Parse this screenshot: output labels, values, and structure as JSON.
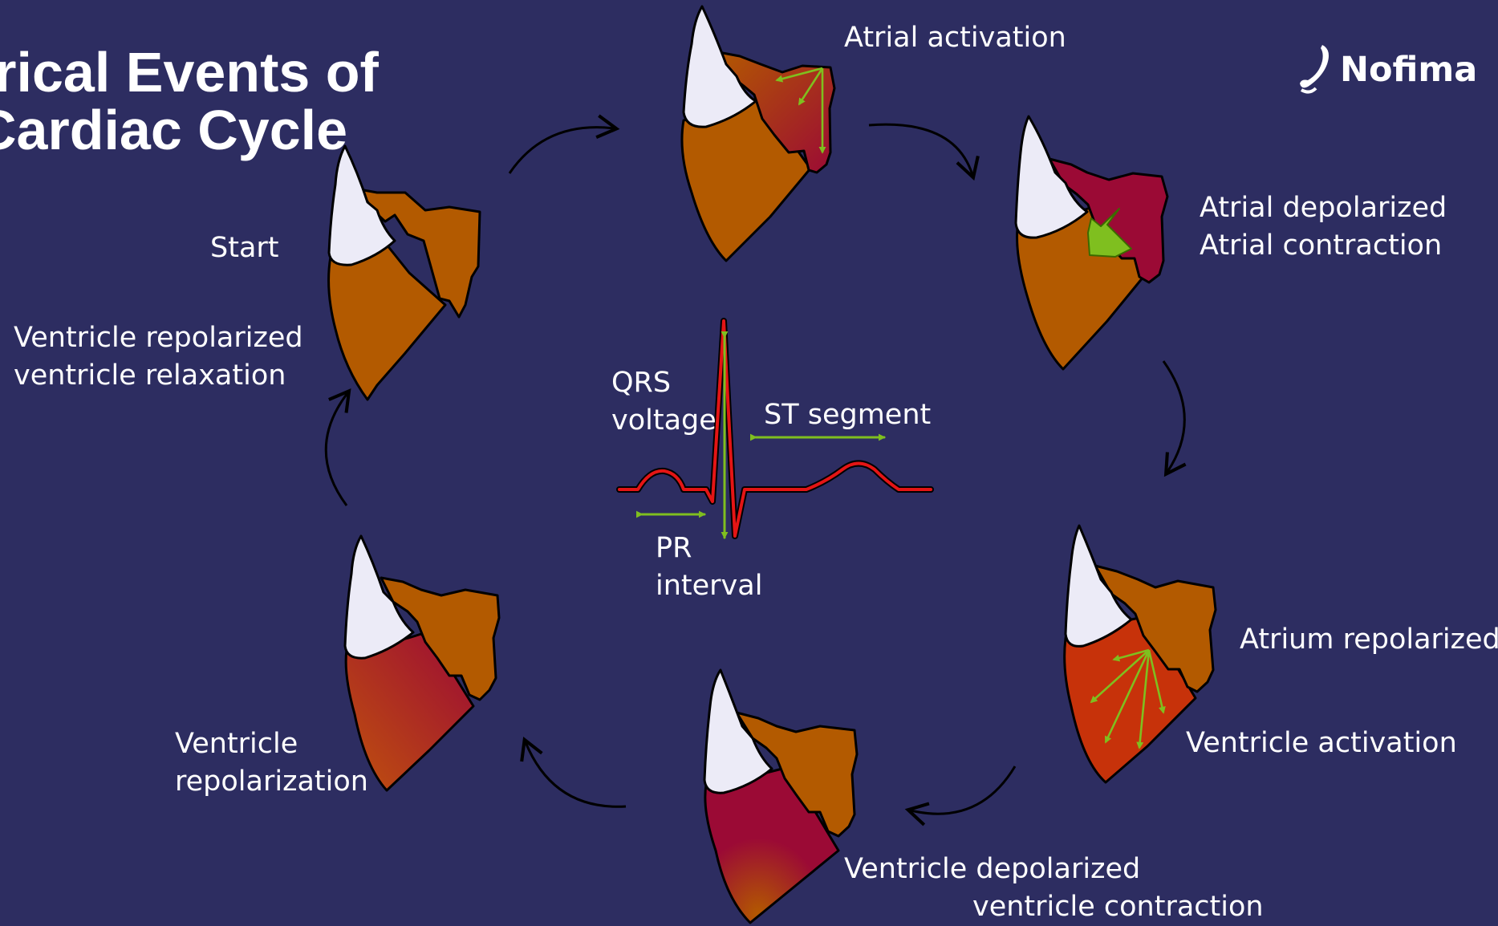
{
  "title": {
    "line1": "trical Events of",
    "line2": "Cardiac Cycle"
  },
  "logo": {
    "text": "Nofima",
    "icon": "nofima-swoosh-icon"
  },
  "ecg": {
    "qrs_label_1": "QRS",
    "qrs_label_2": "voltage",
    "st_label": "ST segment",
    "pr_label_1": "PR",
    "pr_label_2": "interval"
  },
  "stages": [
    {
      "id": "start",
      "lines": [
        "Start"
      ]
    },
    {
      "id": "atrial-activation",
      "lines": [
        "Atrial activation"
      ]
    },
    {
      "id": "atrial-depolarized",
      "lines": [
        "Atrial depolarized",
        "Atrial contraction"
      ]
    },
    {
      "id": "atrium-repolarized",
      "lines": [
        "Atrium repolarized"
      ]
    },
    {
      "id": "ventricle-activation",
      "lines": [
        "Ventricle activation"
      ]
    },
    {
      "id": "ventricle-depolarized",
      "lines": [
        "Ventricle depolarized",
        "ventricle contraction"
      ]
    },
    {
      "id": "ventricle-repolarization",
      "lines": [
        "Ventricle",
        "repolarization"
      ]
    },
    {
      "id": "ventricle-repolarized",
      "lines": [
        "Ventricle repolarized",
        "ventricle relaxation"
      ]
    }
  ],
  "colors": {
    "background": "#2d2d61",
    "resting_tissue": "#b35a00",
    "depolarized_tissue": "#9b0a35",
    "activating_tissue": "#c7320a",
    "bulbus": "#ecebf7",
    "vector_arrow": "#7fbf1f",
    "ecg_trace": "#e41515",
    "cycle_arrow": "#000000"
  }
}
